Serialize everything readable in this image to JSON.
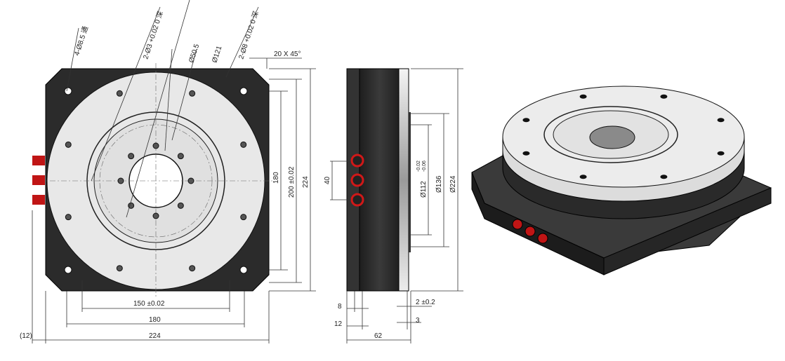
{
  "front_view": {
    "labels": {
      "through_holes": "4-Ø8.5 通",
      "pin_holes_small": "2-Ø3 +0.02 0 深",
      "bore": "Ø50.5",
      "pcd": "Ø121",
      "pin_holes_large": "2-Ø8 +0.02 0 深",
      "chamfer": "20 X 45°",
      "v_180": "180",
      "v_200": "200 ±0.02",
      "v_224": "224",
      "h_150": "150 ±0.02",
      "h_180": "180",
      "h_224": "224",
      "offset_12": "(12)"
    }
  },
  "side_view": {
    "labels": {
      "port_pitch": "40",
      "d112": "Ø112",
      "d112_tol_upper": "-0.02",
      "d112_tol_lower": "-0.06",
      "d136": "Ø136",
      "d224": "Ø224",
      "w8": "8",
      "w12": "12",
      "w62": "62",
      "w2": "2 ±0.2",
      "w3": "3"
    }
  },
  "colors": {
    "body": "#2b2b2b",
    "plate": "#e6e6e6",
    "port": "#d01818"
  }
}
